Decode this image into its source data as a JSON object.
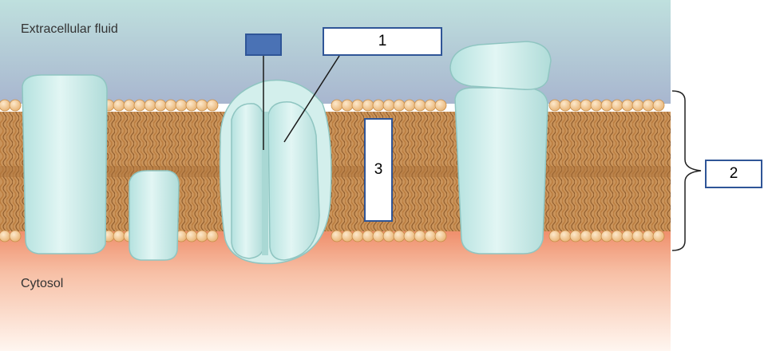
{
  "labels": {
    "extracellular": "Extracellular fluid",
    "cytosol": "Cytosol"
  },
  "callouts": {
    "c1": "1",
    "c2": "2",
    "c3": "3",
    "blank": ""
  },
  "colors": {
    "extracellular_top": "#bfe0de",
    "extracellular_bottom": "#a8b6cf",
    "cytosol_top": "#ef8f6c",
    "cytosol_bottom": "#fff6f0",
    "lipid_head": "#f4c98e",
    "lipid_tail": "#b97a3c",
    "protein": "#c8ece9",
    "callout_border": "#2f5597",
    "blank_box_fill": "#4a72b5"
  }
}
